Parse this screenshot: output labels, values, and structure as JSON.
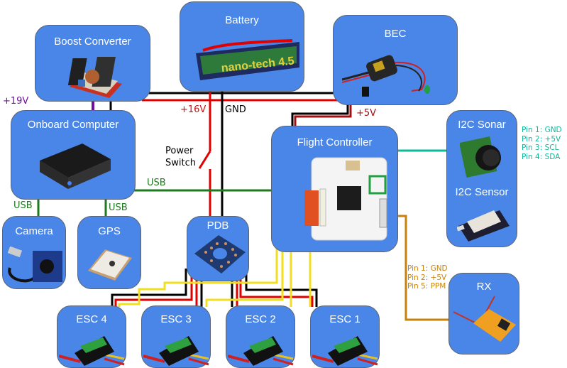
{
  "components": {
    "battery": {
      "label": "Battery"
    },
    "boost_converter": {
      "label": "Boost Converter"
    },
    "bec": {
      "label": "BEC"
    },
    "onboard_computer": {
      "label": "Onboard Computer"
    },
    "flight_controller": {
      "label": "Flight Controller"
    },
    "i2c_sonar": {
      "label": "I2C Sonar"
    },
    "i2c_sensor": {
      "label": "I2C Sensor"
    },
    "camera": {
      "label": "Camera"
    },
    "gps": {
      "label": "GPS"
    },
    "pdb": {
      "label": "PDB"
    },
    "esc4": {
      "label": "ESC 4"
    },
    "esc3": {
      "label": "ESC 3"
    },
    "esc2": {
      "label": "ESC 2"
    },
    "esc1": {
      "label": "ESC 1"
    },
    "rx": {
      "label": "RX"
    }
  },
  "labels": {
    "v19": "+19V",
    "v16": "+16V",
    "gnd": "GND",
    "v5": "+5V",
    "power_switch_line1": "Power",
    "power_switch_line2": "Switch",
    "usb_fc": "USB",
    "usb_camera": "USB",
    "usb_gps": "USB"
  },
  "pinouts": {
    "i2c": [
      "Pin 1: GND",
      "Pin 2: +5V",
      "Pin 3: SCL",
      "Pin 4: SDA"
    ],
    "rx": [
      "Pin 1: GND",
      "Pin 2: +5V",
      "Pin 5: PPM"
    ]
  },
  "colors": {
    "box": "#4a86e8",
    "power_red": "#e00000",
    "ground_black": "#000000",
    "v19_purple": "#7010a0",
    "v5_darkred": "#a01010",
    "usb_green": "#1e7a1e",
    "i2c_teal": "#10b89a",
    "rx_orange": "#c8820a",
    "signal_yellow": "#f0e020"
  }
}
